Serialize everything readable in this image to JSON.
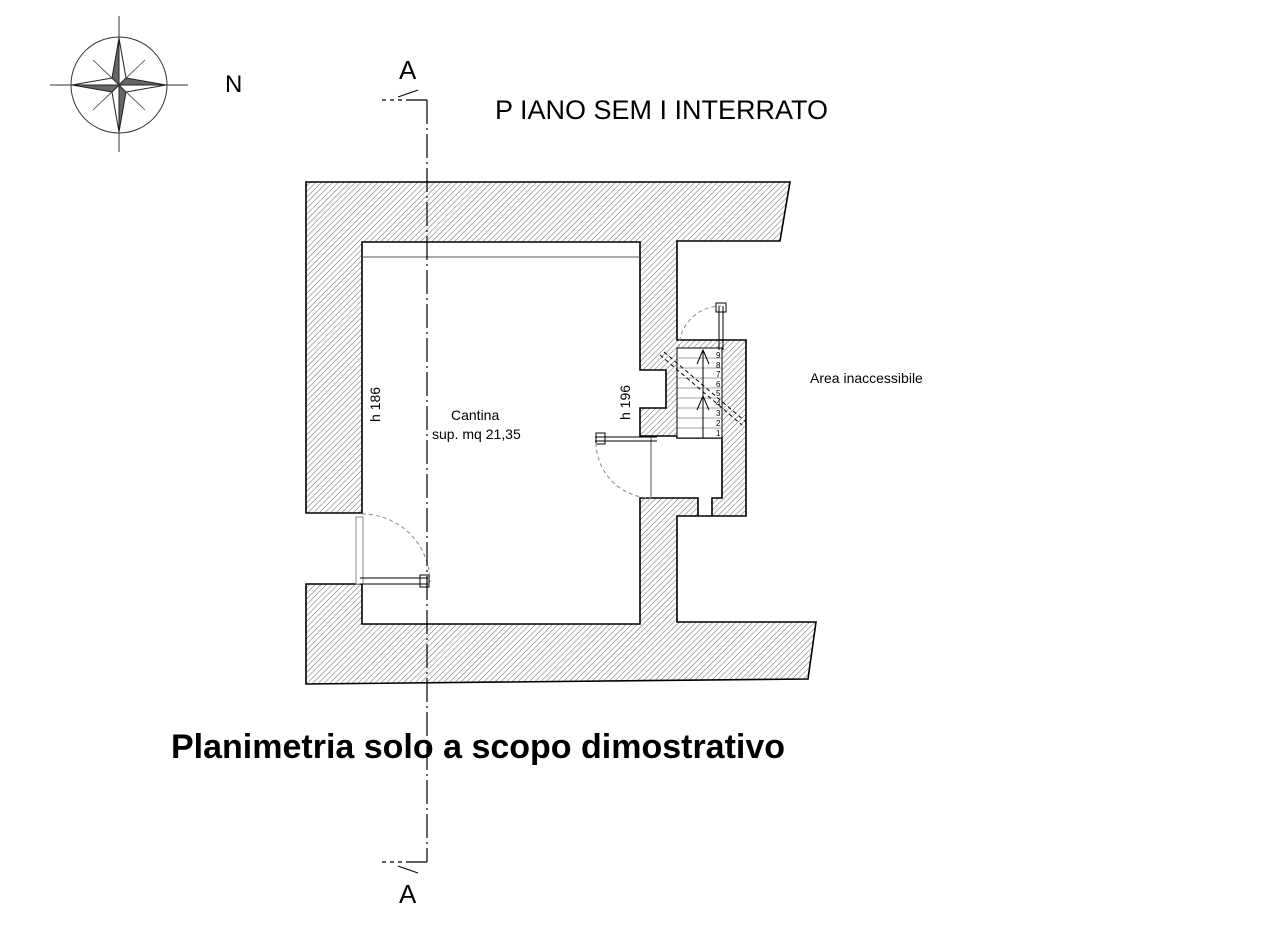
{
  "compass": {
    "north_label": "N"
  },
  "section": {
    "top_label": "A",
    "bottom_label": "A"
  },
  "plan_title": "P IANO  SEM I INTERRATO",
  "rooms": {
    "cantina_name": "Cantina",
    "cantina_area": "sup. mq 21,35",
    "height_left": "h 186",
    "height_right": "h 196",
    "inaccessible": "Area inaccessibile"
  },
  "stairs": {
    "steps": [
      "1",
      "2",
      "3",
      "4",
      "5",
      "6",
      "7",
      "8",
      "9"
    ]
  },
  "footer_note": "Planimetria solo a scopo dimostrativo",
  "colors": {
    "ink": "#000000",
    "hatch": "#555555",
    "dashed": "#8a8a8a"
  }
}
